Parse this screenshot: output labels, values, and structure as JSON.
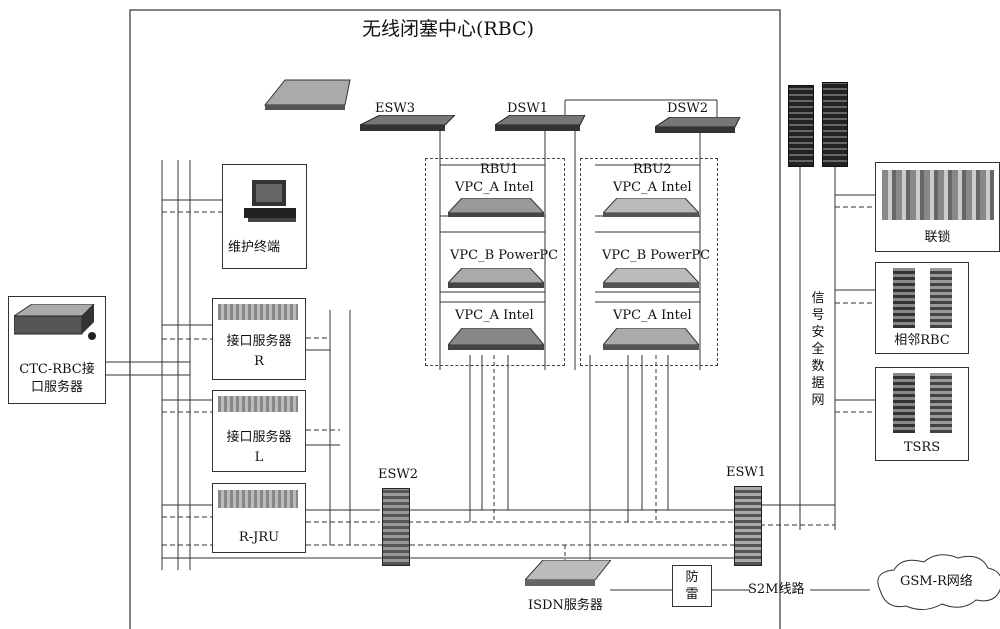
{
  "title": "无线闭塞中心(RBC)",
  "switches": {
    "esw3": "ESW3",
    "dsw1": "DSW1",
    "dsw2": "DSW2",
    "esw2": "ESW2",
    "esw1": "ESW1"
  },
  "rbu1": {
    "name": "RBU1",
    "units": [
      "VPC_A Intel",
      "VPC_B PowerPC",
      "VPC_A Intel"
    ]
  },
  "rbu2": {
    "name": "RBU2",
    "units": [
      "VPC_A Intel",
      "VPC_B PowerPC",
      "VPC_A Intel"
    ]
  },
  "left": {
    "maintenance": "维护终端",
    "iface_r_line1": "接口服务器",
    "iface_r_line2": "R",
    "iface_l_line1": "接口服务器",
    "iface_l_line2": "L",
    "rjru": "R-JRU",
    "ctc_line1": "CTC-RBC接",
    "ctc_line2": "口服务器"
  },
  "right": {
    "interlock": "联锁",
    "adjacent": "相邻RBC",
    "tsrs": "TSRS",
    "network": "信号安全数据网"
  },
  "bottom": {
    "isdn": "ISDN服务器",
    "lightning": "防雷",
    "s2m": "S2M线路",
    "gsmr": "GSM-R网络"
  }
}
